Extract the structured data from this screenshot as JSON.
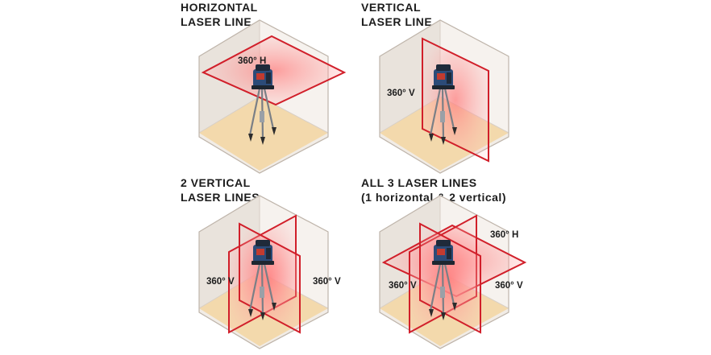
{
  "panels": [
    {
      "title_line1": "HORIZONTAL",
      "title_line2": "LASER LINE",
      "labels": [
        "360° H"
      ]
    },
    {
      "title_line1": "VERTICAL",
      "title_line2": "LASER LINE",
      "labels": [
        "360° V"
      ]
    },
    {
      "title_line1": "2 VERTICAL",
      "title_line2": "LASER LINES",
      "labels": [
        "360° V",
        "360° V"
      ]
    },
    {
      "title_line1": "ALL 3 LASER LINES",
      "title_line2": "(1 horizontal & 2 vertical)",
      "labels": [
        "360° H",
        "360° V",
        "360° V"
      ]
    }
  ],
  "colors": {
    "laser_red": "#d11f2a",
    "wall_light": "#f1ece6",
    "wall_mid": "#e5ded6",
    "floor": "#f3d9ac",
    "outline": "#cfc6bc",
    "tool_blue": "#2c4b78",
    "tripod": "#7a7f86"
  }
}
